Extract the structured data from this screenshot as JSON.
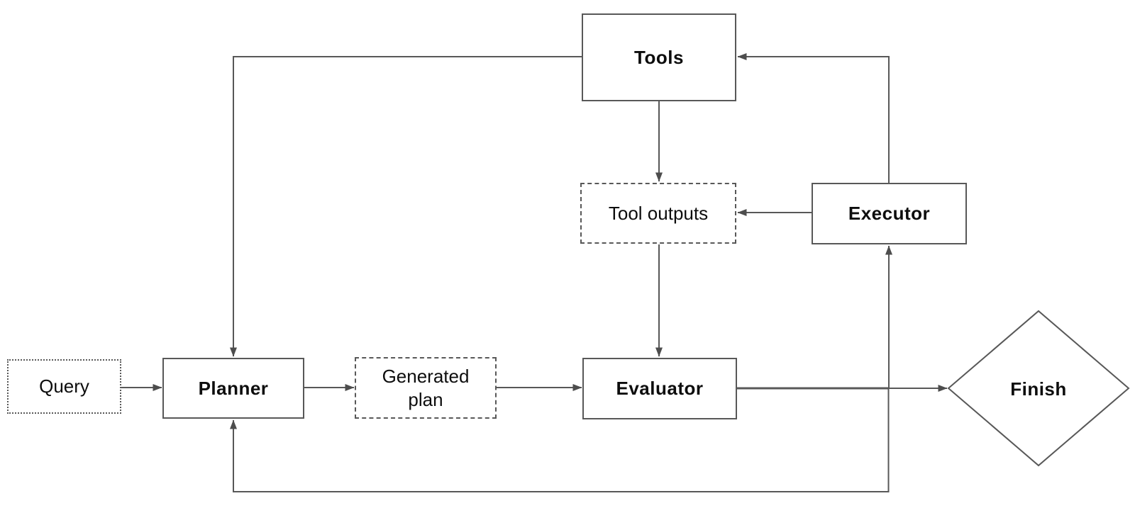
{
  "nodes": {
    "query": {
      "label": "Query",
      "shape": "rectangle",
      "border": "dotted"
    },
    "planner": {
      "label": "Planner",
      "shape": "rectangle",
      "border": "solid"
    },
    "generated_plan": {
      "label": "Generated plan",
      "shape": "rectangle",
      "border": "dashed"
    },
    "evaluator": {
      "label": "Evaluator",
      "shape": "rectangle",
      "border": "solid"
    },
    "tools": {
      "label": "Tools",
      "shape": "rectangle",
      "border": "solid"
    },
    "tool_outputs": {
      "label": "Tool outputs",
      "shape": "rectangle",
      "border": "dashed"
    },
    "executor": {
      "label": "Executor",
      "shape": "rectangle",
      "border": "solid"
    },
    "finish": {
      "label": "Finish",
      "shape": "diamond",
      "border": "solid"
    }
  },
  "edges": [
    {
      "from": "Query",
      "to": "Planner"
    },
    {
      "from": "Planner",
      "to": "Generated plan"
    },
    {
      "from": "Generated plan",
      "to": "Evaluator"
    },
    {
      "from": "Evaluator",
      "to": "Finish"
    },
    {
      "from": "Tools",
      "to": "Planner"
    },
    {
      "from": "Tools",
      "to": "Tool outputs"
    },
    {
      "from": "Tool outputs",
      "to": "Evaluator"
    },
    {
      "from": "Executor",
      "to": "Tool outputs"
    },
    {
      "from": "Executor",
      "to": "Tools"
    },
    {
      "from": "Evaluator",
      "to": "Executor"
    },
    {
      "from": "Evaluator",
      "to": "Planner"
    }
  ],
  "style": {
    "stroke_color": "#585858",
    "arrowhead_color": "#4d4d4d",
    "text_color": "#0d0d0d",
    "background_color": "#ffffff"
  }
}
